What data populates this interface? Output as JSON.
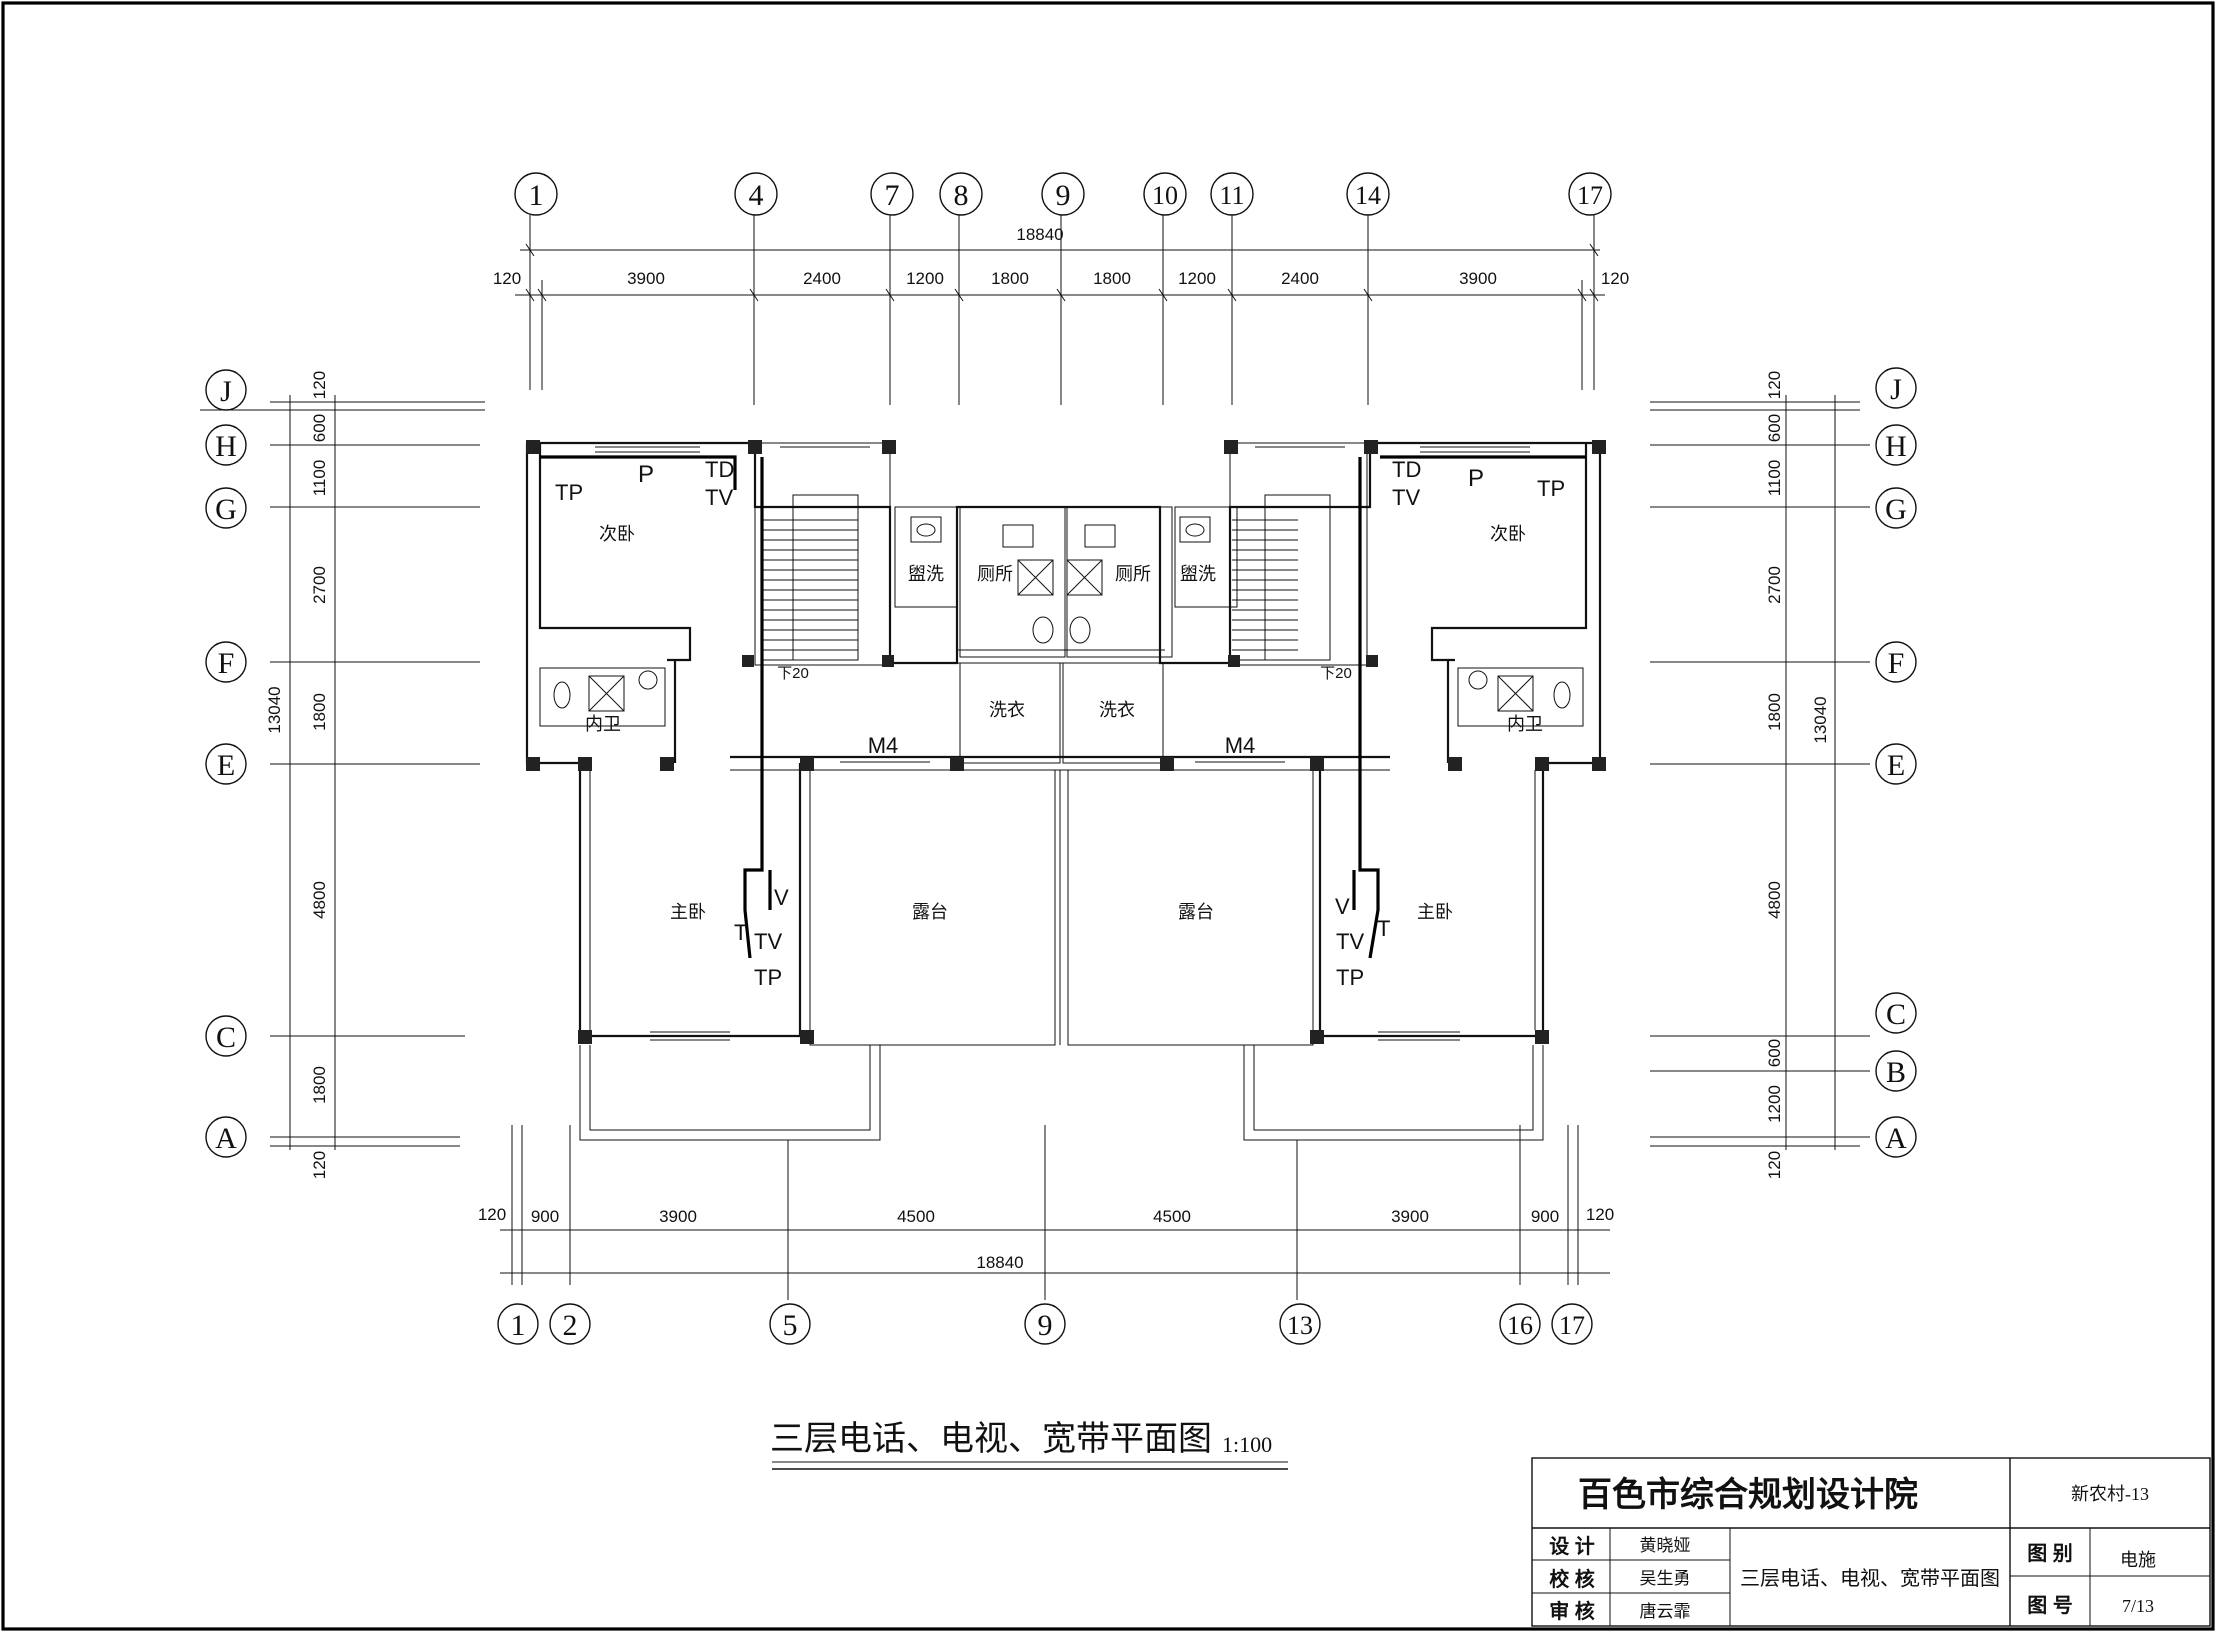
{
  "drawing": {
    "title": "三层电话、电视、宽带平面图",
    "scale": "1:100"
  },
  "title_block": {
    "institute": "百色市综合规划设计院",
    "project": "新农村-13",
    "rows": [
      {
        "label": "设 计",
        "name": "黄晓娅"
      },
      {
        "label": "校 核",
        "name": "吴生勇"
      },
      {
        "label": "审 核",
        "name": "唐云霏"
      }
    ],
    "drawing_name": "三层电话、电视、宽带平面图",
    "category_label": "图 别",
    "category_value": "电施",
    "number_label": "图 号",
    "number_value": "7/13"
  },
  "grid": {
    "top_axes": [
      "1",
      "4",
      "7",
      "8",
      "9",
      "10",
      "11",
      "14",
      "17"
    ],
    "bottom_axes": [
      "1",
      "2",
      "5",
      "9",
      "13",
      "16",
      "17"
    ],
    "left_axes": [
      "J",
      "H",
      "G",
      "F",
      "E",
      "C",
      "A"
    ],
    "right_axes": [
      "J",
      "H",
      "G",
      "F",
      "E",
      "C",
      "B",
      "A"
    ]
  },
  "dimensions": {
    "top_total": "18840",
    "top": [
      "120",
      "3900",
      "2400",
      "1200",
      "1800",
      "1800",
      "1200",
      "2400",
      "3900",
      "120"
    ],
    "bottom_total": "18840",
    "bottom": [
      "120",
      "900",
      "3900",
      "4500",
      "4500",
      "3900",
      "900",
      "120"
    ],
    "left_total": "13040",
    "left": [
      "120",
      "600",
      "1100",
      "2700",
      "1800",
      "4800",
      "1800",
      "120"
    ],
    "right_total": "13040",
    "right": [
      "120",
      "600",
      "1100",
      "2700",
      "1800",
      "4800",
      "600",
      "1200",
      "120"
    ]
  },
  "rooms": {
    "secondary_bedroom": "次卧",
    "washing": "盥洗",
    "toilet": "厕所",
    "laundry": "洗衣",
    "master_bedroom": "主卧",
    "terrace": "露台",
    "inner_bath": "内卫"
  },
  "labels": {
    "door": "M4",
    "stair_down": "下20",
    "td": "TD",
    "tv": "TV",
    "tp": "TP",
    "p": "P",
    "t": "T",
    "v": "V"
  }
}
